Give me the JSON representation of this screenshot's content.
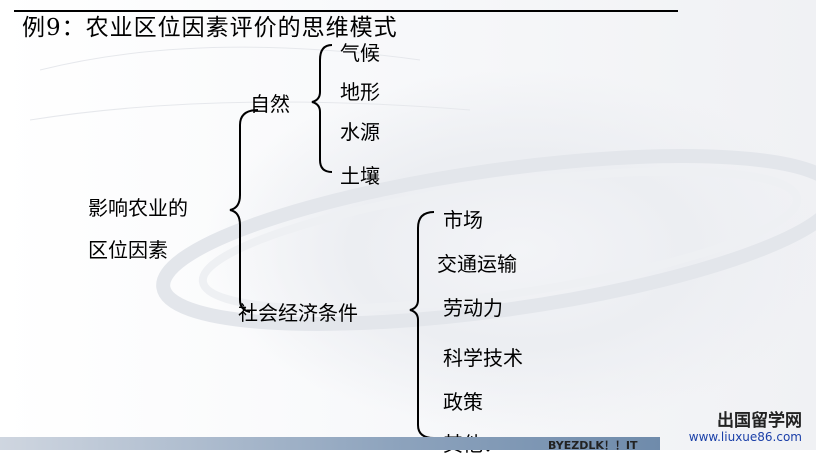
{
  "title": "例9：农业区位因素评价的思维模式",
  "root": {
    "line1": "影响农业的",
    "line2": "区位因素"
  },
  "natural": {
    "label": "自然",
    "items": [
      "气候",
      "地形",
      "水源",
      "土壤"
    ]
  },
  "social": {
    "label": "社会经济条件",
    "items": [
      "市场",
      "交通运输",
      "劳动力",
      "科学技术",
      "政策",
      "其他："
    ]
  },
  "watermark": {
    "logo_text": "出国留学网",
    "url": "www.liuxue86.com"
  },
  "stray_text": "BYEZDLK！！IT"
}
